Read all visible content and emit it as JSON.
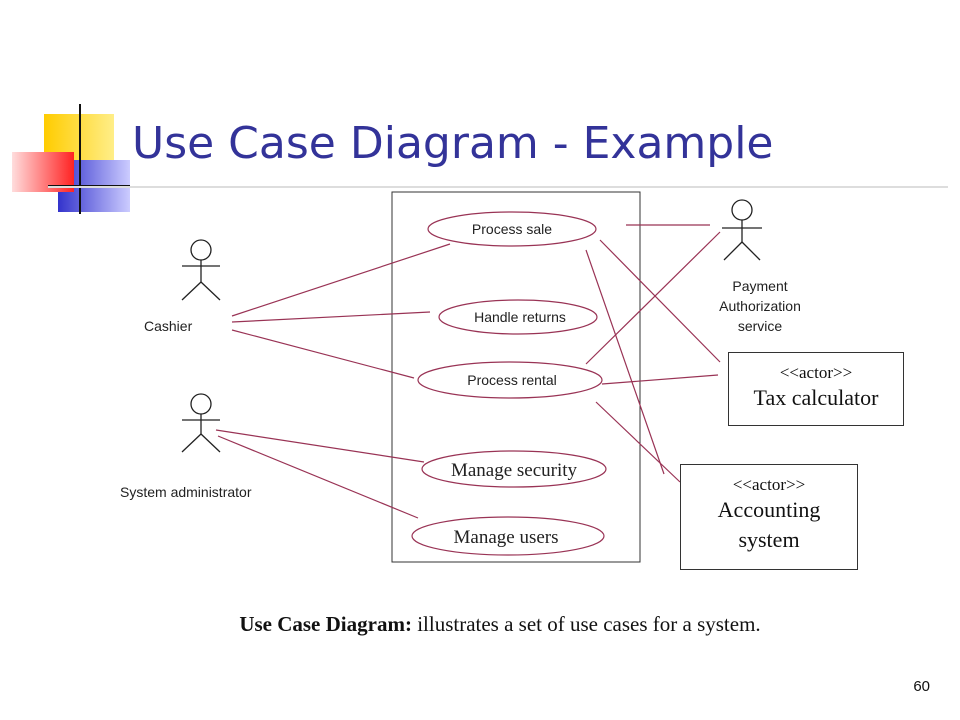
{
  "slide": {
    "title": "Use Case Diagram - Example",
    "page_number": "60",
    "caption_bold": "Use Case Diagram:",
    "caption_rest": " illustrates a set of use cases for a system."
  },
  "actors": {
    "cashier": "Cashier",
    "sysadmin": "System administrator",
    "payment_line1": "Payment",
    "payment_line2": "Authorization",
    "payment_line3": "service",
    "tax_stereotype": "<<actor>>",
    "tax_name": "Tax calculator",
    "acct_stereotype": "<<actor>>",
    "acct_name_line1": "Accounting",
    "acct_name_line2": "system"
  },
  "use_cases": {
    "process_sale": "Process sale",
    "handle_returns": "Handle returns",
    "process_rental": "Process rental",
    "manage_security": "Manage security",
    "manage_users": "Manage users"
  },
  "colors": {
    "title": "#333399",
    "association_line": "#993355",
    "accent_yellow": "#ffcc00",
    "accent_blue": "#3333cc",
    "accent_red": "#ff3333"
  }
}
